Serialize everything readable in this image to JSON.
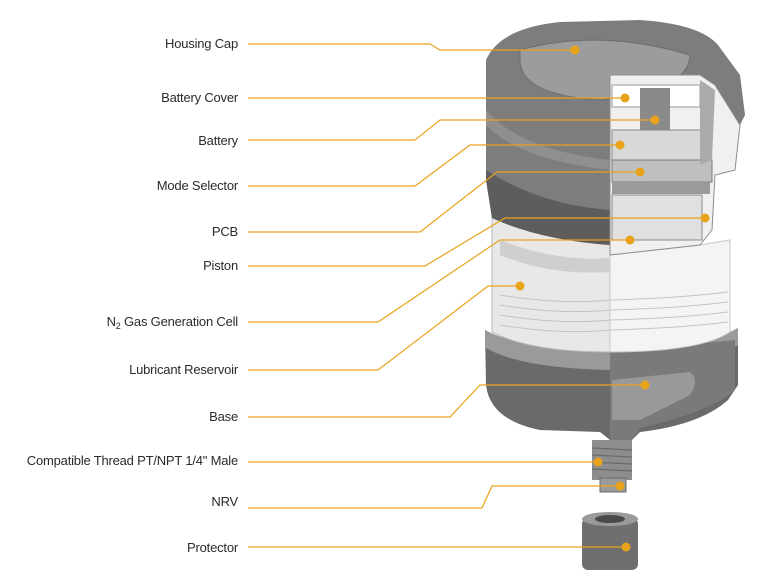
{
  "colors": {
    "leader": "#e9a31b",
    "dot": "#e9a31b",
    "body_dark": "#5c5c5c",
    "body_mid": "#8a8a8a",
    "body_light": "#bdbdbd",
    "glass": "#e6e6e6",
    "cutaway": "#f3f3f3"
  },
  "labels": [
    {
      "id": "housing-cap",
      "text": "Housing Cap"
    },
    {
      "id": "battery-cover",
      "text": "Battery Cover"
    },
    {
      "id": "battery",
      "text": "Battery"
    },
    {
      "id": "mode-selector",
      "text": "Mode Selector"
    },
    {
      "id": "pcb",
      "text": "PCB"
    },
    {
      "id": "piston",
      "text": "Piston"
    },
    {
      "id": "n2-gas-generation-cell",
      "text_prefix": "N",
      "text_sub": "2",
      "text_suffix": " Gas Generation Cell"
    },
    {
      "id": "lubricant-reservoir",
      "text": "Lubricant Reservoir"
    },
    {
      "id": "base",
      "text": "Base"
    },
    {
      "id": "compatible-thread",
      "text": "Compatible Thread PT/NPT 1/4\" Male"
    },
    {
      "id": "nrv",
      "text": "NRV"
    },
    {
      "id": "protector",
      "text": "Protector"
    }
  ]
}
